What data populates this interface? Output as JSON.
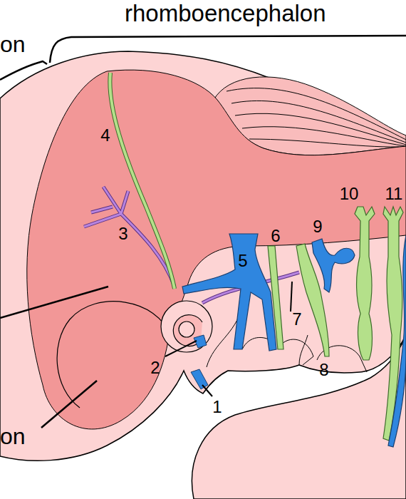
{
  "diagram": {
    "labels": [
      "on",
      "rhomboencephalon",
      "4",
      "10",
      "11",
      "3",
      "9",
      "6",
      "5",
      "7",
      "2",
      "8",
      "1",
      "on"
    ]
  }
}
